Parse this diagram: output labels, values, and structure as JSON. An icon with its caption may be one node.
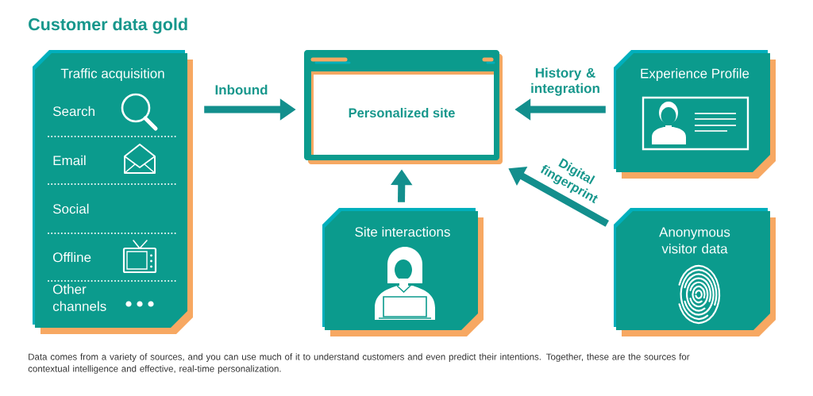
{
  "diagram": {
    "title": "Customer data gold",
    "caption": "Data comes from a variety of sources, and you can use much of it to understand customers and even predict their intentions. Together, these are the sources for contextual intelligence and effective, real-time personalization.",
    "nodes": [
      {
        "text": [
          "Traffic acquisition",
          "Search",
          "Email",
          "Social",
          "Offline",
          "Other channels"
        ]
      },
      {
        "text": [
          "Personalized site"
        ]
      },
      {
        "text": [
          "Experience Profile"
        ]
      },
      {
        "text": [
          "Site interactions"
        ]
      },
      {
        "text": [
          "Anonymous visitor data"
        ]
      }
    ],
    "edges": [
      {
        "from": 0,
        "to": 1,
        "arrow": "to",
        "label": "Inbound"
      },
      {
        "from": 2,
        "to": 1,
        "arrow": "to",
        "label": "History & integration"
      },
      {
        "from": 3,
        "to": 1,
        "arrow": "to"
      },
      {
        "from": 4,
        "to": 1,
        "arrow": "to",
        "label": "Digital fingerprint"
      }
    ]
  }
}
